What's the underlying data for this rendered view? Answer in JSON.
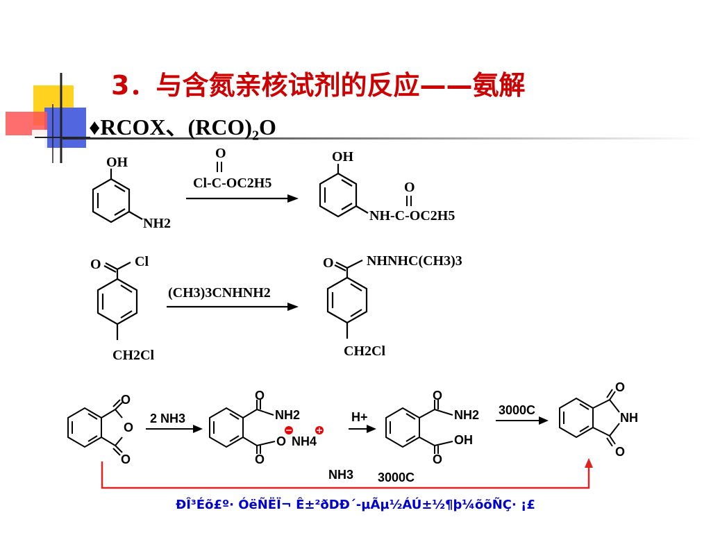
{
  "title": "3．与含氮亲核试剂的反应——氨解",
  "subtitle": {
    "bullet": "♦",
    "text_main": "RCOX、(RCO)",
    "text_sub": "2",
    "text_tail": "O"
  },
  "reaction1": {
    "reactant_oh": "OH",
    "reactant_nh2": "NH2",
    "reagent_carbonyl_o": "O",
    "reagent": "Cl-C-OC2H5",
    "product_oh": "OH",
    "product_carbonyl_o": "O",
    "product_chain": "NH-C-OC2H5"
  },
  "reaction2": {
    "reactant_o": "O",
    "reactant_cl": "Cl",
    "reactant_ch2cl": "CH2Cl",
    "reagent": "(CH3)3CNHNH2",
    "product_o": "O",
    "product_chain": "NHNHC(CH3)3",
    "product_ch2cl": "CH2Cl"
  },
  "reaction3": {
    "anhydride_o_top": "O",
    "anhydride_o_ring": "O",
    "anhydride_o_bottom": "O",
    "reagent1": "2 NH3",
    "inter1_o_top": "O",
    "inter1_nh2": "NH2",
    "inter1_o_minus": "O",
    "inter1_nh4": "NH4",
    "inter1_o_bottom": "O",
    "reagent2": "H+",
    "inter2_o_top": "O",
    "inter2_nh2": "NH2",
    "inter2_oh": "OH",
    "inter2_o_bottom": "O",
    "reagent3": "3000C",
    "product_o_top": "O",
    "product_nh": "NH",
    "product_o_bottom": "O",
    "shortcut_reagent": "NH3",
    "shortcut_conditions": "3000C"
  },
  "footnote": "ÐÎ³Éõ£º· ÓëÑËÏ¬ Ê±²ðDÐ´-µÃµ½ÁÚ±½¶þ¼õõÑÇ· ¡£",
  "colors": {
    "title": "#cc0000",
    "arrow_red": "#dd2222",
    "footnote": "#0000cc",
    "charge_red": "#ee0000"
  }
}
